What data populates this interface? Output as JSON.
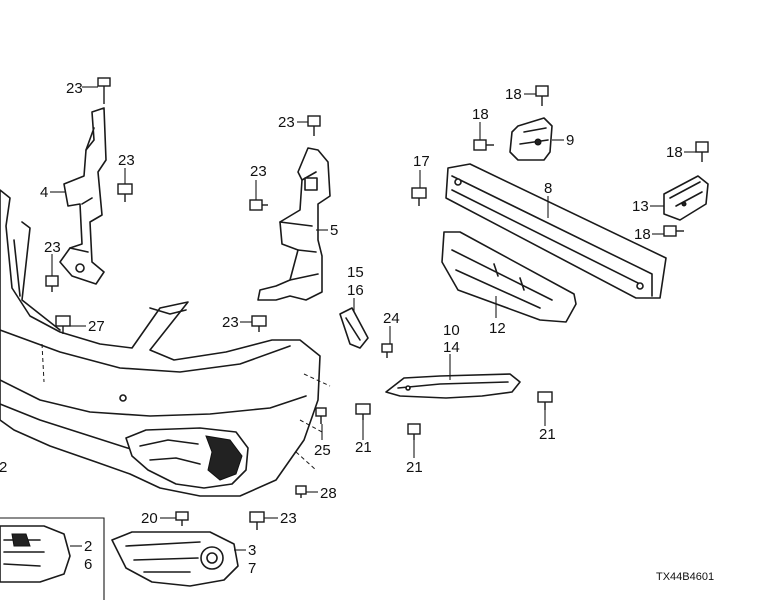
{
  "diagram": {
    "code": "TX44B4601",
    "callouts": [
      "23",
      "23",
      "4",
      "23",
      "27",
      "23",
      "23",
      "5",
      "23",
      "15",
      "16",
      "24",
      "18",
      "18",
      "9",
      "17",
      "8",
      "18",
      "13",
      "18",
      "12",
      "10",
      "14",
      "21",
      "21",
      "21",
      "25",
      "28",
      "20",
      "23",
      "2",
      "6",
      "3",
      "7",
      "2"
    ]
  }
}
